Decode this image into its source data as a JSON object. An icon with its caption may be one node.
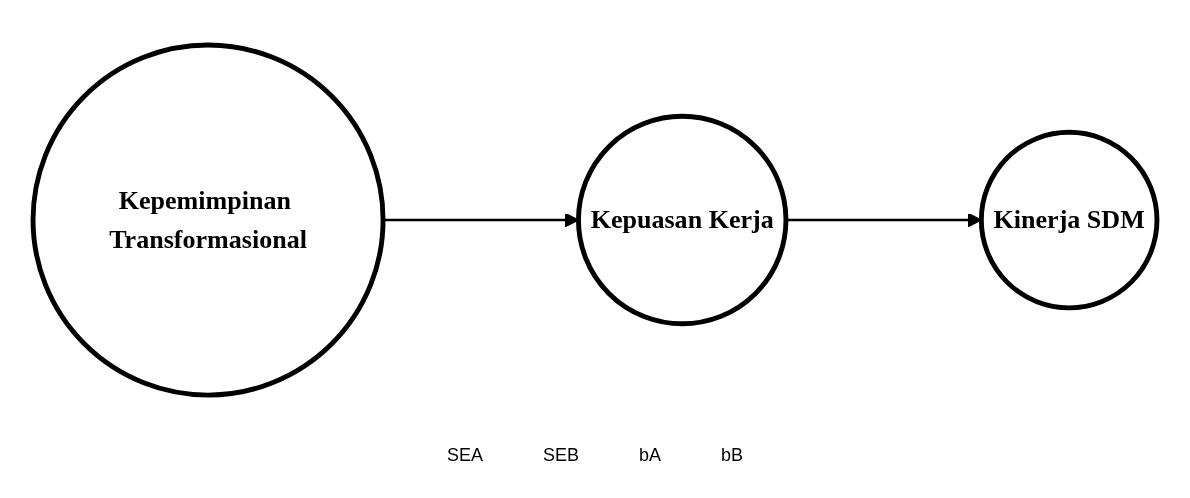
{
  "diagram": {
    "nodes": [
      {
        "text": [
          "Kepemimpinan Transformasional"
        ]
      },
      {
        "text": [
          "Kinerja SDM"
        ]
      },
      {
        "text": [
          "Kepuasan Kerja"
        ]
      }
    ],
    "edges": [
      {
        "from": 0,
        "to": 2,
        "arrow": "to"
      },
      {
        "from": 2,
        "to": 1,
        "arrow": "to"
      }
    ],
    "labels": [
      "SEA",
      "SEB",
      "bA",
      "bB"
    ]
  }
}
